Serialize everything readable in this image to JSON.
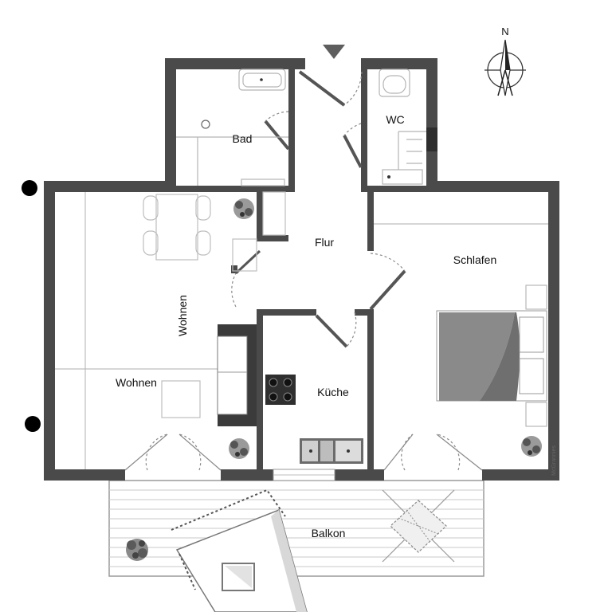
{
  "floorplan": {
    "compass_label": "N",
    "credit": "McGrannies",
    "rooms": {
      "bad": "Bad",
      "wc": "WC",
      "flur": "Flur",
      "schlafen": "Schlafen",
      "wohnen_vertical": "Wohnen",
      "wohnen": "Wohnen",
      "kueche": "Küche",
      "balkon": "Balkon"
    }
  },
  "colors": {
    "wall": "#4a4a4a",
    "floor": "#ffffff",
    "fixture_line": "#b5b5b5",
    "sofa": "#3b3b3b",
    "bed_blanket": "#8a8a8a",
    "plant": "#5a5a5a",
    "entrance_arrow": "#5e5e5e",
    "dot": "#000000"
  }
}
